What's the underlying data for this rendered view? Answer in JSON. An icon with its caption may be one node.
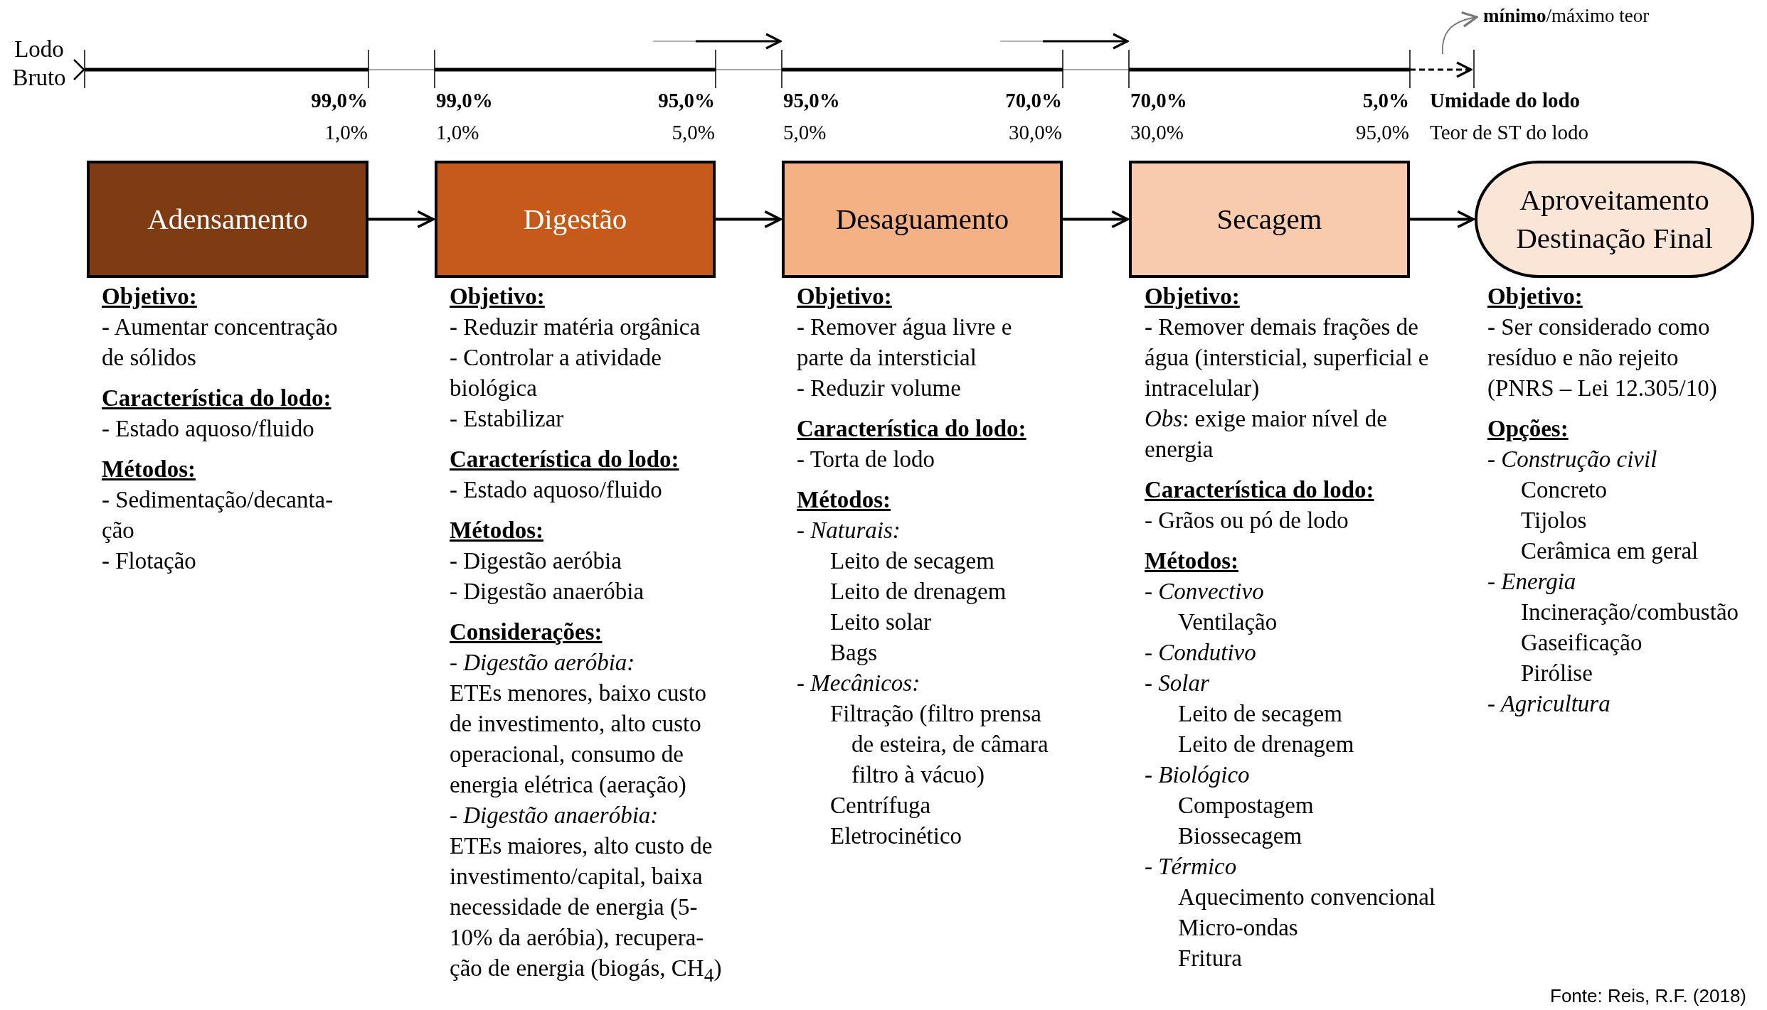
{
  "diagram": {
    "nodes": [
      {
        "text": [
          "Adensamento"
        ],
        "beside": [
          "Objetivo:",
          "- Aumentar concentração de sólidos",
          "Característica do lodo:",
          "- Estado aquoso/fluido",
          "Métodos:",
          "- Sedimentação/decanta-ção",
          "- Flotação"
        ]
      },
      {
        "text": [
          "Digestão"
        ],
        "beside": [
          "Objetivo:",
          "- Reduzir matéria orgânica",
          "- Controlar a atividade biológica",
          "- Estabilizar",
          "Característica do lodo:",
          "- Estado aquoso/fluido",
          "Métodos:",
          "- Digestão aeróbia",
          "- Digestão anaeróbia",
          "Considerações:",
          "- Digestão aeróbia:",
          "ETEs menores, baixo custo de investimento, alto custo operacional, consumo de energia elétrica (aeração)",
          "- Digestão anaeróbia:",
          "ETEs maiores, alto custo de investimento/capital, baixa necessidade de energia (5-10% da aeróbia), recupera-ção de energia (biogás, CH$_{4}$)"
        ]
      },
      {
        "text": [
          "Desaguamento"
        ],
        "beside": [
          "Objetivo:",
          "- Remover água livre e parte da intersticial",
          "- Reduzir volume",
          "Característica do lodo:",
          "- Torta de lodo",
          "Métodos:",
          "- Naturais:",
          "Leito de secagem",
          "Leito de drenagem",
          "Leito solar",
          "Bags",
          "- Mecânicos:",
          "Filtração (filtro prensa de esteira, de câmara filtro à vácuo)",
          "Centrífuga",
          "Eletrocinético"
        ]
      },
      {
        "text": [
          "Secagem"
        ],
        "beside": [
          "Objetivo:",
          "- Remover demais frações de água (intersticial, superficial e intracelular)",
          "*Obs*: exige maior nível de energia",
          "Característica do lodo:",
          "- Grãos ou pó de lodo",
          "Métodos:",
          "- Convectivo",
          "Ventilação",
          "- Condutivo",
          "- Solar",
          "Leito de secagem",
          "Leito de drenagem",
          "- Biológico",
          "Compostagem",
          "Biossecagem",
          "- Térmico",
          "Aquecimento convencional",
          "Micro-ondas",
          "Fritura"
        ]
      },
      {
        "text": [
          "Aproveitamento Destinação Final"
        ],
        "beside": [
          "Objetivo:",
          "- Ser considerado como resíduo e não rejeito (PNRS – Lei 12.305/10)",
          "Opções:",
          "- Construção civil",
          "Concreto",
          "Tijolos",
          "Cerâmica em geral",
          "- Energia",
          "Incineração/combustão",
          "Gaseificação",
          "Pirólise",
          "- Agricultura"
        ]
      }
    ],
    "edges": [
      {
        "from": 0,
        "to": 1,
        "arrow": "to"
      },
      {
        "from": 1,
        "to": 2,
        "arrow": "to"
      },
      {
        "from": 2,
        "to": 3,
        "arrow": "to"
      },
      {
        "from": 3,
        "to": 4,
        "arrow": "to"
      }
    ],
    "labels": [
      "**mínimo**/máximo teor",
      "Lodo Bruto",
      "99,0%",
      "99,0%",
      "95,0%",
      "95,0%",
      "70,0%",
      "70,0%",
      "5,0%",
      "Umidade do lodo",
      "1,0%",
      "1,0%",
      "5,0%",
      "5,0%",
      "30,0%",
      "30,0%",
      "95,0%",
      "Teor de ST do lodo",
      "Fonte: Reis, R.F. (2018)"
    ]
  }
}
